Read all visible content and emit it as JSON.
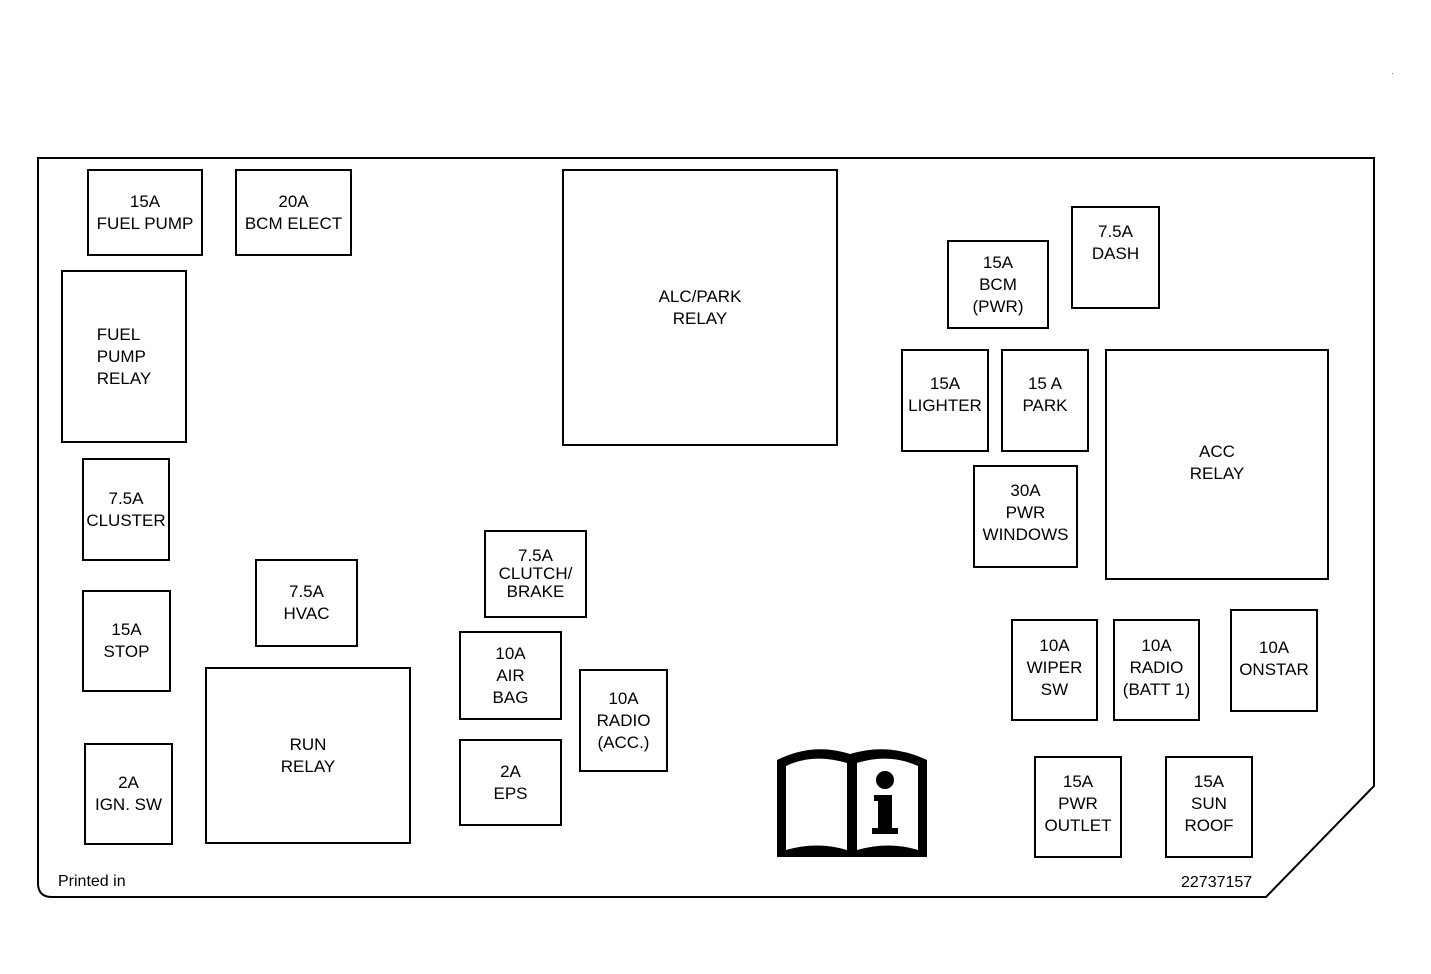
{
  "footer": {
    "left_text": "Printed in",
    "part_number": "22737157"
  },
  "icon": "owner-manual-info-icon",
  "fuses": {
    "fuel_pump": "15A\nFUEL PUMP",
    "bcm_elect": "20A\nBCM ELECT",
    "fuel_pump_relay": "FUEL\nPUMP\nRELAY",
    "cluster": "7.5A\nCLUSTER",
    "stop": "15A\nSTOP",
    "ign_sw": "2A\nIGN. SW",
    "hvac": "7.5A\nHVAC",
    "run_relay": "RUN\nRELAY",
    "alc_park_relay": "ALC/PARK\nRELAY",
    "clutch_brake": "7.5A\nCLUTCH/\nBRAKE",
    "air_bag": "10A\nAIR\nBAG",
    "eps": "2A\nEPS",
    "radio_acc": "10A\nRADIO\n(ACC.)",
    "bcm_pwr": "15A\nBCM\n(PWR)",
    "dash": "7.5A\nDASH",
    "lighter": "15A\nLIGHTER",
    "park": "15 A\nPARK",
    "pwr_windows": "30A\nPWR\nWINDOWS",
    "acc_relay": "ACC\nRELAY",
    "wiper_sw": "10A\nWIPER\nSW",
    "radio_batt1": "10A\nRADIO\n(BATT 1)",
    "onstar": "10A\nONSTAR",
    "pwr_outlet": "15A\nPWR\nOUTLET",
    "sun_roof": "15A\nSUN\nROOF"
  }
}
